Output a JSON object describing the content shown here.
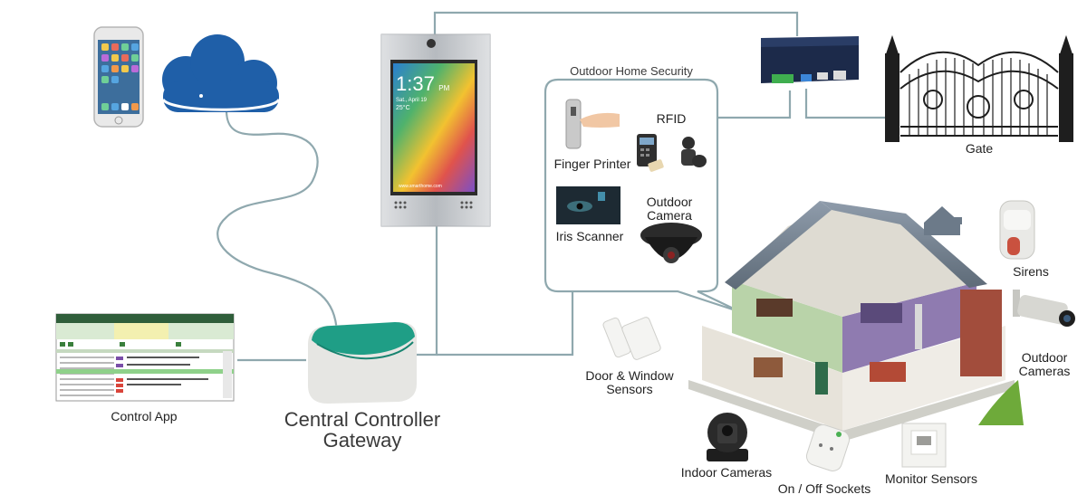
{
  "labels": {
    "outdoor_security": "Outdoor Home Security",
    "finger_printer": "Finger Printer",
    "rfid": "RFID",
    "iris_scanner": "Iris Scanner",
    "outdoor_camera_line1": "Outdoor",
    "outdoor_camera_line2": "Camera",
    "gate": "Gate",
    "sirens": "Sirens",
    "outdoor_cameras_line1": "Outdoor",
    "outdoor_cameras_line2": "Cameras",
    "door_window_line1": "Door & Window",
    "door_window_line2": "Sensors",
    "indoor_cameras": "Indoor Cameras",
    "on_off_sockets": "On / Off Sockets",
    "monitor_sensors": "Monitor Sensors",
    "control_app": "Control App",
    "gateway_line1": "Central Controller",
    "gateway_line2": "Gateway"
  },
  "tablet": {
    "time": "1:37",
    "time_suffix": "PM",
    "date": "Sat., April 19",
    "temperature": "25°C",
    "url": "www.smarthome.com"
  },
  "colors": {
    "connector": "#8fa8ae",
    "cloud": "#1f5fa8",
    "gateway_top": "#1f9e86",
    "panel": "#bfc3c7",
    "house_wall": "#f2f2ef",
    "roof": "#7c8a99"
  },
  "icons": [
    "phone-icon",
    "cloud-icon",
    "tablet-panel-icon",
    "fingerprint-reader-icon",
    "rfid-reader-icon",
    "iris-scanner-icon",
    "dome-camera-icon",
    "gate-controller-icon",
    "gate-icon",
    "house-icon",
    "siren-icon",
    "bullet-camera-icon",
    "door-sensor-icon",
    "indoor-camera-icon",
    "socket-icon",
    "monitor-sensor-icon",
    "control-app-icon",
    "gateway-icon"
  ]
}
